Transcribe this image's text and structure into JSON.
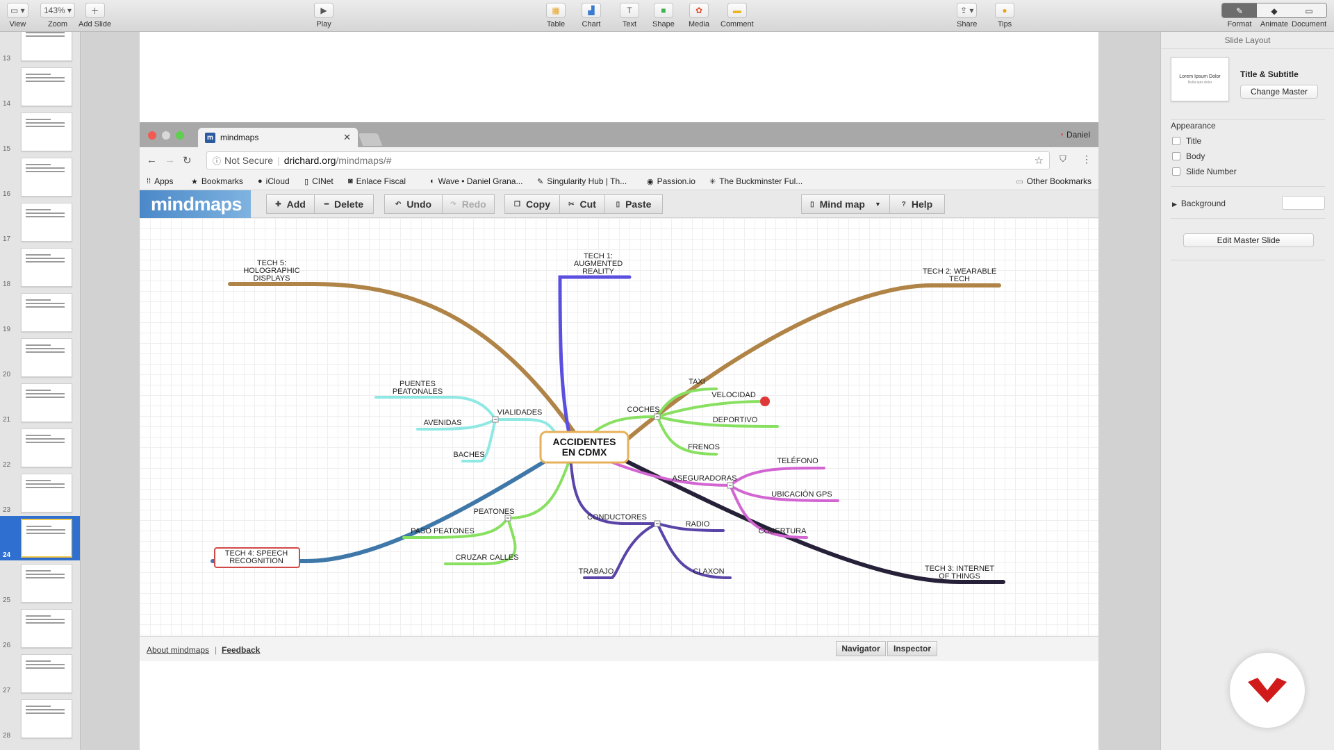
{
  "toolbar": {
    "view": {
      "label": "View",
      "icon": "sidebar-icon"
    },
    "zoom": {
      "label": "Zoom",
      "value": "143%"
    },
    "add_slide": {
      "label": "Add Slide"
    },
    "play": {
      "label": "Play"
    },
    "table": {
      "label": "Table"
    },
    "chart": {
      "label": "Chart"
    },
    "text": {
      "label": "Text"
    },
    "shape": {
      "label": "Shape"
    },
    "media": {
      "label": "Media"
    },
    "comment": {
      "label": "Comment"
    },
    "share": {
      "label": "Share"
    },
    "tips": {
      "label": "Tips"
    },
    "format": {
      "label": "Format"
    },
    "animate": {
      "label": "Animate"
    },
    "document": {
      "label": "Document"
    }
  },
  "slides": [
    {
      "num": "13"
    },
    {
      "num": "14"
    },
    {
      "num": "15"
    },
    {
      "num": "16"
    },
    {
      "num": "17"
    },
    {
      "num": "18"
    },
    {
      "num": "19"
    },
    {
      "num": "20"
    },
    {
      "num": "21"
    },
    {
      "num": "22"
    },
    {
      "num": "23"
    },
    {
      "num": "24",
      "selected": true
    },
    {
      "num": "25"
    },
    {
      "num": "26"
    },
    {
      "num": "27"
    },
    {
      "num": "28"
    }
  ],
  "browser": {
    "tab_title": "mindmaps",
    "tab_favicon": "m",
    "profile": "Daniel",
    "security": "Not Secure",
    "url_domain": "drichard.org",
    "url_path": "/mindmaps/#",
    "bookmarks": [
      {
        "label": "Apps",
        "icon": "apps-icon"
      },
      {
        "label": "Bookmarks",
        "icon": "star-icon"
      },
      {
        "label": "iCloud",
        "icon": "apple-icon"
      },
      {
        "label": "CINet",
        "icon": "page-icon"
      },
      {
        "label": "Enlace Fiscal",
        "icon": "enlace-icon"
      },
      {
        "label": "Wave • Daniel Grana...",
        "icon": "wave-icon"
      },
      {
        "label": "Singularity Hub | Th...",
        "icon": "singularity-icon"
      },
      {
        "label": "Passion.io",
        "icon": "passion-icon"
      },
      {
        "label": "The Buckminster Ful...",
        "icon": "asterisk-icon"
      }
    ],
    "other_bookmarks": "Other Bookmarks"
  },
  "app": {
    "logo": "mindmaps",
    "buttons": {
      "add": "Add",
      "delete": "Delete",
      "undo": "Undo",
      "redo": "Redo",
      "copy": "Copy",
      "cut": "Cut",
      "paste": "Paste",
      "mindmap": "Mind map",
      "help": "Help"
    },
    "footer": {
      "about": "About mindmaps",
      "sep": "|",
      "feedback": "Feedback",
      "navigator": "Navigator",
      "inspector": "Inspector"
    }
  },
  "mindmap": {
    "root": "ACCIDENTES\nEN CDMX",
    "colors": {
      "tech_brown": "#b08447",
      "tech_purple": "#5b4fe0",
      "tech_blue": "#3f78a8",
      "tech_dark": "#262138",
      "cyan": "#8ee8e4",
      "green": "#88e060",
      "magenta": "#d265d2",
      "indigo": "#5a44a8",
      "red_dot": "#e03838"
    },
    "labels": {
      "tech5": "TECH 5:\nHOLOGRAPHIC\nDISPLAYS",
      "tech1": "TECH 1:\nAUGMENTED\nREALITY",
      "tech2": "TECH 2: WEARABLE\nTECH",
      "tech4": "TECH 4: SPEECH\nRECOGNITION",
      "tech3": "TECH 3: INTERNET\nOF THINGS",
      "puentes": "PUENTES\nPEATONALES",
      "vialidades": "VIALIDADES",
      "avenidas": "AVENIDAS",
      "baches": "BACHES",
      "coches": "COCHES",
      "taxi": "TAXI",
      "velocidad": "VELOCIDAD",
      "deportivo": "DEPORTIVO",
      "frenos": "FRENOS",
      "aseguradoras": "ASEGURADORAS",
      "telefono": "TELÉFONO",
      "ubicacion": "UBICACIÓN GPS",
      "cobertura": "COBERTURA",
      "peatones": "PEATONES",
      "paso": "PASO PEATONES",
      "cruzar": "CRUZAR CALLES",
      "conductores": "CONDUCTORES",
      "radio": "RADIO",
      "trabajo": "TRABAJO",
      "claxon": "CLAXON"
    }
  },
  "inspector": {
    "header": "Slide Layout",
    "master_thumb_title": "Lorem Ipsum Dolor",
    "master_thumb_sub": "Nulla quis dolor",
    "master_name": "Title & Subtitle",
    "change_master": "Change Master",
    "appearance": "Appearance",
    "options": [
      {
        "label": "Title"
      },
      {
        "label": "Body"
      },
      {
        "label": "Slide Number"
      }
    ],
    "background": "Background",
    "edit_master": "Edit Master Slide"
  }
}
